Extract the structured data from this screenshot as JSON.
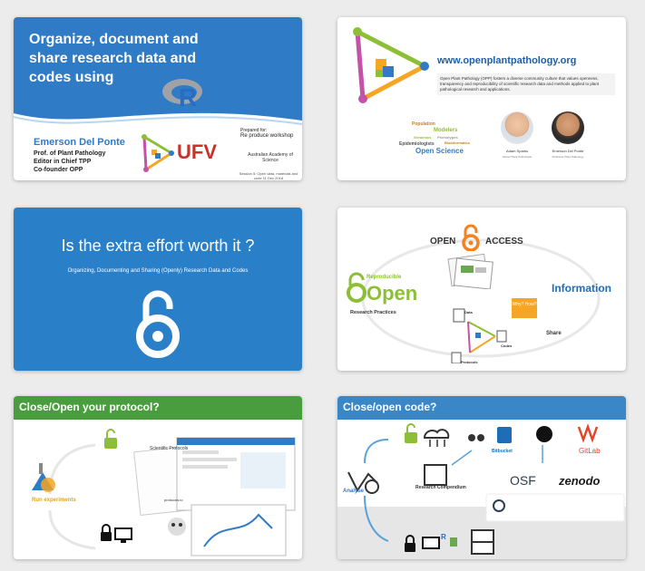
{
  "slides": [
    {
      "title": "Organize, document and share research data and codes using",
      "r_logo": "R",
      "author": "Emerson Del Ponte",
      "lines": [
        "Prof. of Plant Pathology",
        "Editor in Chief TPP",
        "Co-founder OPP"
      ],
      "ufv": "UFV",
      "prepared_for": "Prepared for:",
      "workshop": "Re produce workshop",
      "academy": "Australian Academy of Science",
      "session": "Session 5: Open data, materials and code 11 Dec 2018"
    },
    {
      "url": "www.openplantpathology.org",
      "description": "Open Plant Pathology (OPP) fosters a diverse community culture that values openness, transparency and reproducibility of scientific research data and methods applied to plant pathological research and applications.",
      "words": [
        "Population",
        "Modelers",
        "Epidemiologists",
        "Open Science",
        "Genomics",
        "Phenotypes",
        "Bioinformatics"
      ],
      "people": [
        {
          "name": "Adam Sparks",
          "desc": "Senior Plant Pathologist"
        },
        {
          "name": "Emerson Del Ponte",
          "desc": "Professor Plant Pathology"
        }
      ]
    },
    {
      "title": "Is the extra effort worth it ?",
      "subtitle": "Organizing, Documenting and Sharing (Openly) Research Data and Codes"
    },
    {
      "open": "OPEN",
      "access": "ACCESS",
      "information": "Information",
      "reproducible": "Reproducible",
      "open_big": "Open",
      "research_practices": "Research Practices",
      "why_how": "Why? How?",
      "share": "Share",
      "data": "Data",
      "codes": "Codes",
      "protocols": "Protocols"
    },
    {
      "title": "Close/Open your protocol?",
      "run": "Run experiments",
      "scientific_protocols": "Scientific Protocols",
      "protocols_io": "protocols.io"
    },
    {
      "title": "Close/open code?",
      "analyse": "Analyse",
      "research_compendium": "Research Compendium",
      "bitbucket": "Bitbucket",
      "gitlab": "GitLab",
      "osf": "OSF",
      "zenodo": "zenodo"
    }
  ],
  "colors": {
    "blue": "#2f7bc6",
    "green": "#4a9d3f",
    "orange": "#e8a21c",
    "red": "#c8322c",
    "lime": "#8dbf36"
  }
}
